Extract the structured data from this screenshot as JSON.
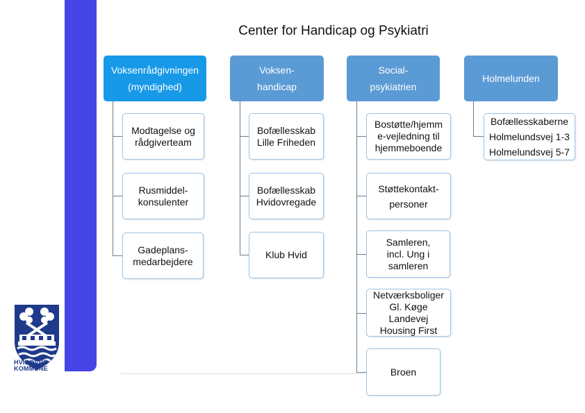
{
  "title": "Center for Handicap og Psykiatri",
  "logo": {
    "line1": "HVIDOVRE",
    "line2": "KOMMUNE"
  },
  "columns": [
    {
      "header": "Voksenrådgivningen\n(myndighed)",
      "items": [
        "Modtagelse og\nrådgiverteam",
        "Rusmiddel-\nkonsulenter",
        "Gadeplans-\nmedarbejdere"
      ]
    },
    {
      "header": "Voksen-\nhandicap",
      "items": [
        "Bofællesskab\nLille Friheden",
        "Bofællesskab\nHvidovregade",
        "Klub Hvid"
      ]
    },
    {
      "header": "Social-\npsykiatrien",
      "items": [
        "Bostøtte/hjemm\ne-vejledning til\nhjemmeboende",
        "Støttekontakt-\npersoner",
        "Samleren,\nincl. Ung i\nsamleren",
        "Netværksboliger\nGl. Køge\nLandevej\nHousing First",
        "Broen"
      ]
    },
    {
      "header": "Holmelunden",
      "items": [
        "Bofællesskaberne\nHolmelundsvej 1-3\nHolmelundsvej 5-7"
      ]
    }
  ],
  "colors": {
    "accent_bar": "#4545e6",
    "header": "#5b9bd5",
    "header_active": "#1799e8",
    "box_border": "#9cc3e4"
  }
}
